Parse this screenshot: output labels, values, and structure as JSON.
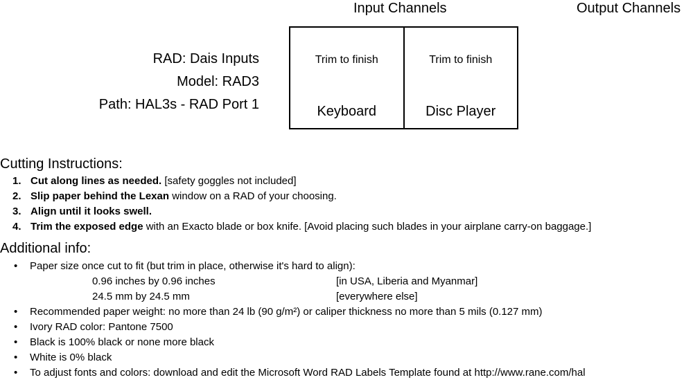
{
  "headers": {
    "input": "Input Channels",
    "output": "Output Channels"
  },
  "meta": {
    "line1": "RAD: Dais Inputs",
    "line2": "Model: RAD3",
    "line3": "Path: HAL3s - RAD Port 1"
  },
  "label_grid": {
    "cells": [
      {
        "trim": "Trim to finish",
        "name": "Keyboard"
      },
      {
        "trim": "Trim to finish",
        "name": "Disc Player"
      }
    ]
  },
  "cutting": {
    "title": "Cutting Instructions:",
    "steps": [
      {
        "num": "1.",
        "bold": "Cut along lines as needed.",
        "rest": " [safety goggles not included]"
      },
      {
        "num": "2.",
        "bold": "Slip paper behind the Lexan",
        "rest": " window on a RAD of your choosing."
      },
      {
        "num": "3.",
        "bold": "Align until it looks swell.",
        "rest": ""
      },
      {
        "num": "4.",
        "bold": "Trim the exposed edge",
        "rest": " with an Exacto blade or box knife.  [Avoid placing such blades in your airplane carry-on baggage.]"
      }
    ]
  },
  "additional": {
    "title": "Additional info:",
    "bullet": "•",
    "paper_size": "Paper size once cut to fit (but trim in place, otherwise it's hard to align):",
    "sizes": [
      {
        "dim": "0.96 inches by 0.96 inches",
        "where": "[in USA, Liberia and Myanmar]"
      },
      {
        "dim": "24.5 mm by 24.5 mm",
        "where": "[everywhere else]"
      }
    ],
    "items": [
      "Recommended paper weight: no more than 24 lb (90 g/m²) or caliper thickness no more than 5 mils (0.127 mm)",
      "Ivory RAD color: Pantone 7500",
      "Black is 100% black or none more black",
      "White is 0% black",
      "To adjust fonts and colors: download and edit the Microsoft Word  RAD Labels Template  found at http://www.rane.com/hal"
    ]
  }
}
